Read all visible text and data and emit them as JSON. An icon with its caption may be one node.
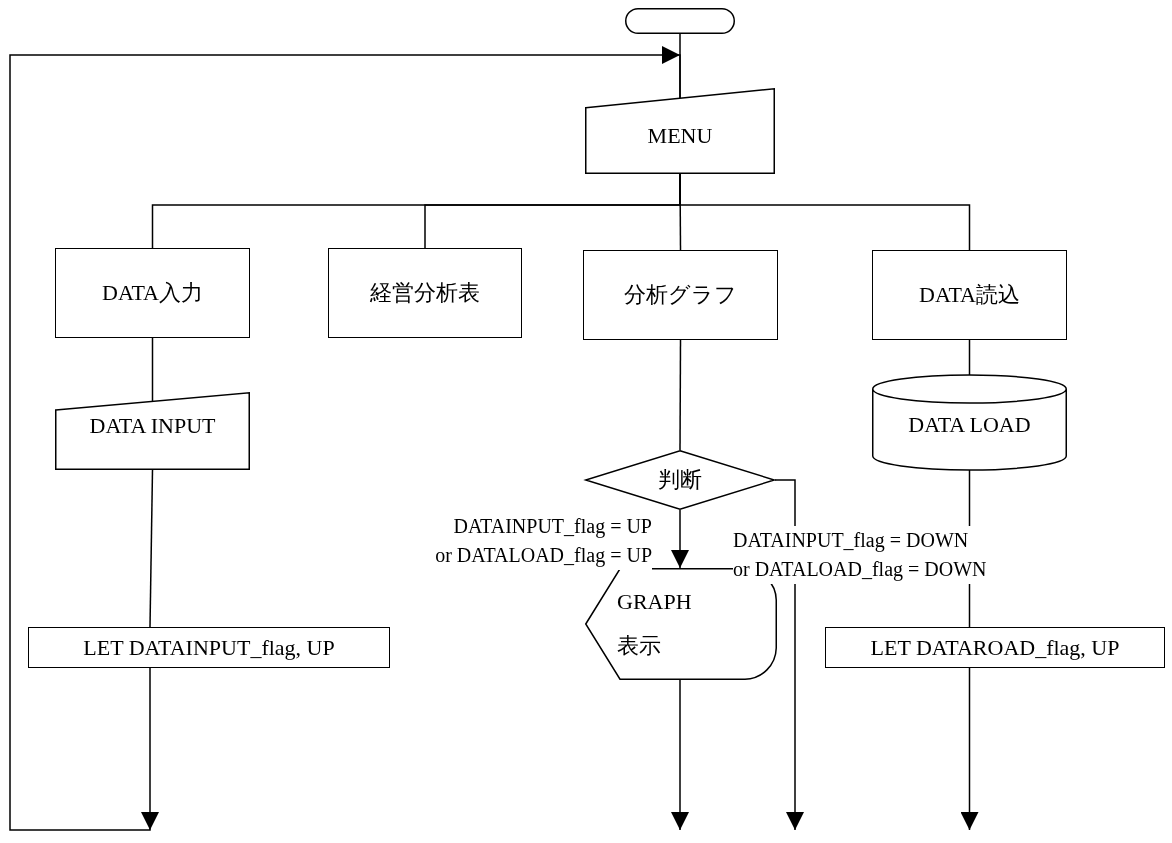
{
  "diagram": {
    "nodes": [
      {
        "text": [],
        "shape": "terminal"
      },
      {
        "text": [
          "MENU"
        ]
      },
      {
        "text": [
          "DATA入力"
        ]
      },
      {
        "text": [
          "経営分析表"
        ]
      },
      {
        "text": [
          "分析グラフ"
        ]
      },
      {
        "text": [
          "DATA読込"
        ]
      },
      {
        "text": [
          "DATA INPUT"
        ]
      },
      {
        "text": [
          "判断"
        ]
      },
      {
        "text": [
          "DATA LOAD"
        ]
      },
      {
        "text": [
          "LET DATAINPUT_flag, UP"
        ]
      },
      {
        "text": [
          "GRAPH 表示"
        ]
      },
      {
        "text": [
          "LET DATAROAD_flag, UP"
        ]
      }
    ],
    "edges": [
      {
        "from": 0,
        "to": 1,
        "arrow": "none"
      },
      {
        "from": 1,
        "to": 2,
        "arrow": "none"
      },
      {
        "from": 1,
        "to": 3,
        "arrow": "none"
      },
      {
        "from": 1,
        "to": 4,
        "arrow": "none"
      },
      {
        "from": 1,
        "to": 5,
        "arrow": "none"
      },
      {
        "from": 2,
        "to": 6,
        "arrow": "none"
      },
      {
        "from": 4,
        "to": 7,
        "arrow": "none"
      },
      {
        "from": 6,
        "to": 9,
        "arrow": "none"
      },
      {
        "from": 7,
        "to": 10,
        "arrow": "to",
        "label": "DATAINPUT_flag = UP or DATALOAD_flag = UP"
      },
      {
        "from": 7,
        "to": null,
        "arrow": "to",
        "label": "DATAINPUT_flag = DOWN or DATALOAD_flag = DOWN"
      },
      {
        "from": 5,
        "to": 8,
        "arrow": "none"
      },
      {
        "from": 8,
        "to": 11,
        "arrow": "none"
      },
      {
        "from": 10,
        "to": null,
        "arrow": "to"
      },
      {
        "from": 11,
        "to": null,
        "arrow": "to"
      },
      {
        "from": 9,
        "to": 1,
        "arrow": "to"
      }
    ]
  }
}
